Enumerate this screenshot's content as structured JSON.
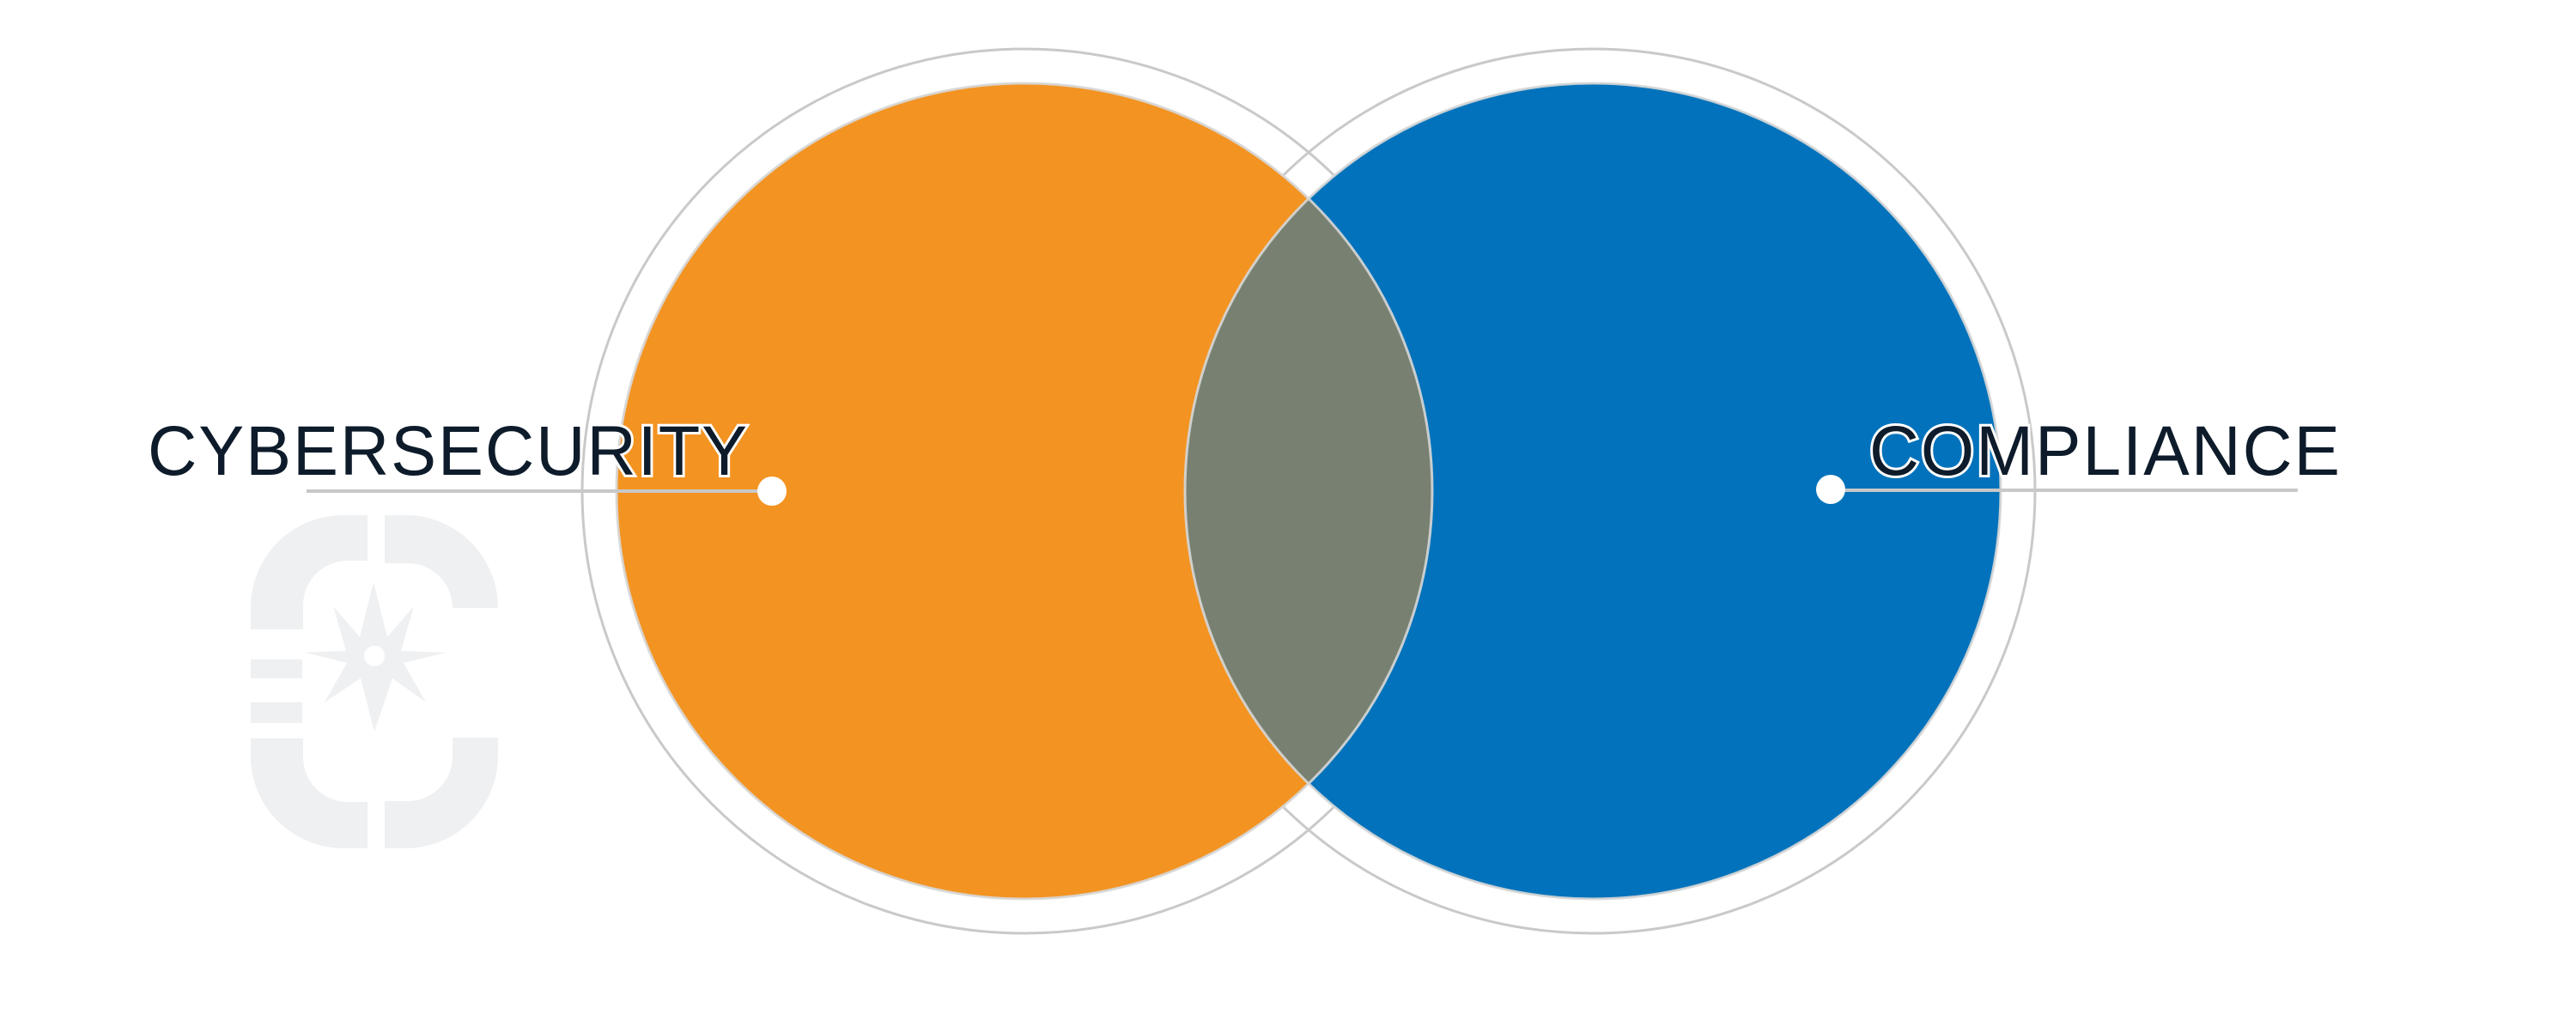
{
  "diagram": {
    "type": "venn",
    "sets": [
      {
        "label": "CYBERSECURITY",
        "color": "#f39321"
      },
      {
        "label": "COMPLIANCE",
        "color": "#0172bb"
      }
    ],
    "overlap_color": "#788171",
    "ring_color": "#c9c9c9",
    "label_color": "#0d1b2a",
    "connector_color": "#c8c8c8",
    "marker_color": "#ffffff",
    "logo": {
      "icon": "compass-star-logo-icon",
      "color": "#eff0f2"
    }
  }
}
